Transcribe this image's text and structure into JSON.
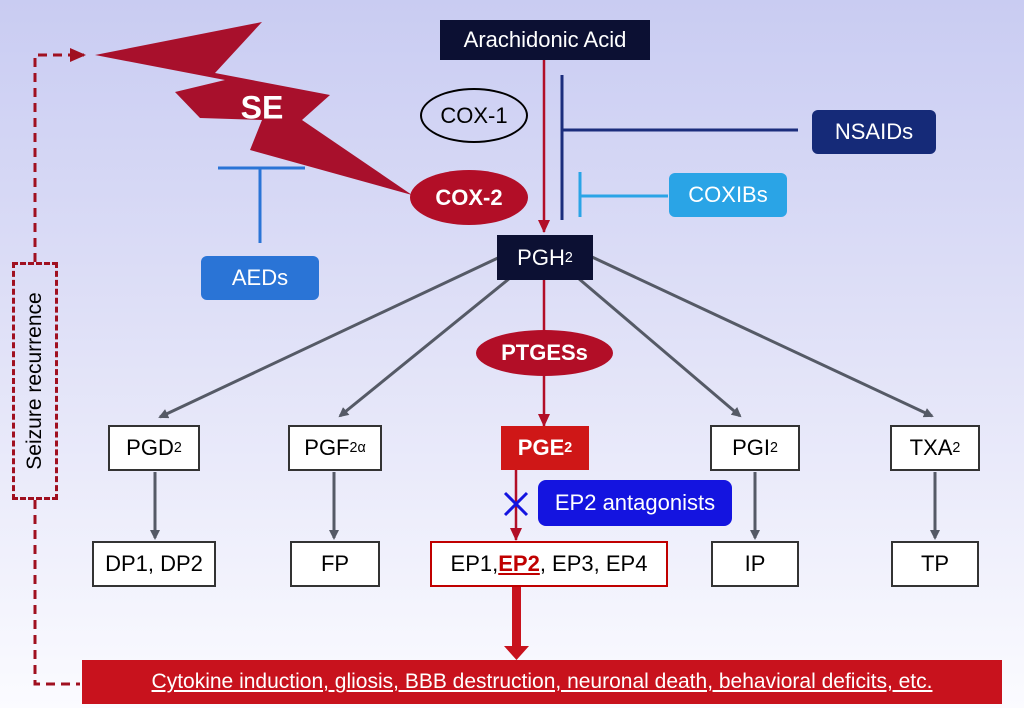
{
  "nodes": {
    "arachidonic_acid": "Arachidonic Acid",
    "cox1": "COX-1",
    "cox2": "COX-2",
    "nsaids": "NSAIDs",
    "coxibs": "COXIBs",
    "se": "SE",
    "aeds": "AEDs",
    "pgh2": {
      "base": "PGH",
      "sub": "2"
    },
    "ptgess": "PTGESs",
    "pgd2": {
      "base": "PGD",
      "sub": "2"
    },
    "pgf2a": {
      "base": "PGF",
      "sub": "2α"
    },
    "pge2": {
      "base": "PGE",
      "sub": "2"
    },
    "pgi2": {
      "base": "PGI",
      "sub": "2"
    },
    "txa2": {
      "base": "TXA",
      "sub": "2"
    },
    "dp": "DP1, DP2",
    "fp": "FP",
    "ep": {
      "pre": "EP1, ",
      "highlight": "EP2",
      "post": ", EP3, EP4"
    },
    "ip": "IP",
    "tp": "TP",
    "ep2_antagonists": "EP2 antagonists",
    "seizure_recurrence": "Seizure recurrence",
    "outcomes": "Cytokine induction, gliosis, BBB destruction, neuronal death, behavioral deficits, etc."
  },
  "colors": {
    "red_pathway": "#b20e27",
    "gray_arrow": "#555a66",
    "navy": "#152a78",
    "light_blue": "#2aa4e6",
    "medium_blue": "#2a74d6",
    "antagonist_blue": "#1414e0"
  }
}
